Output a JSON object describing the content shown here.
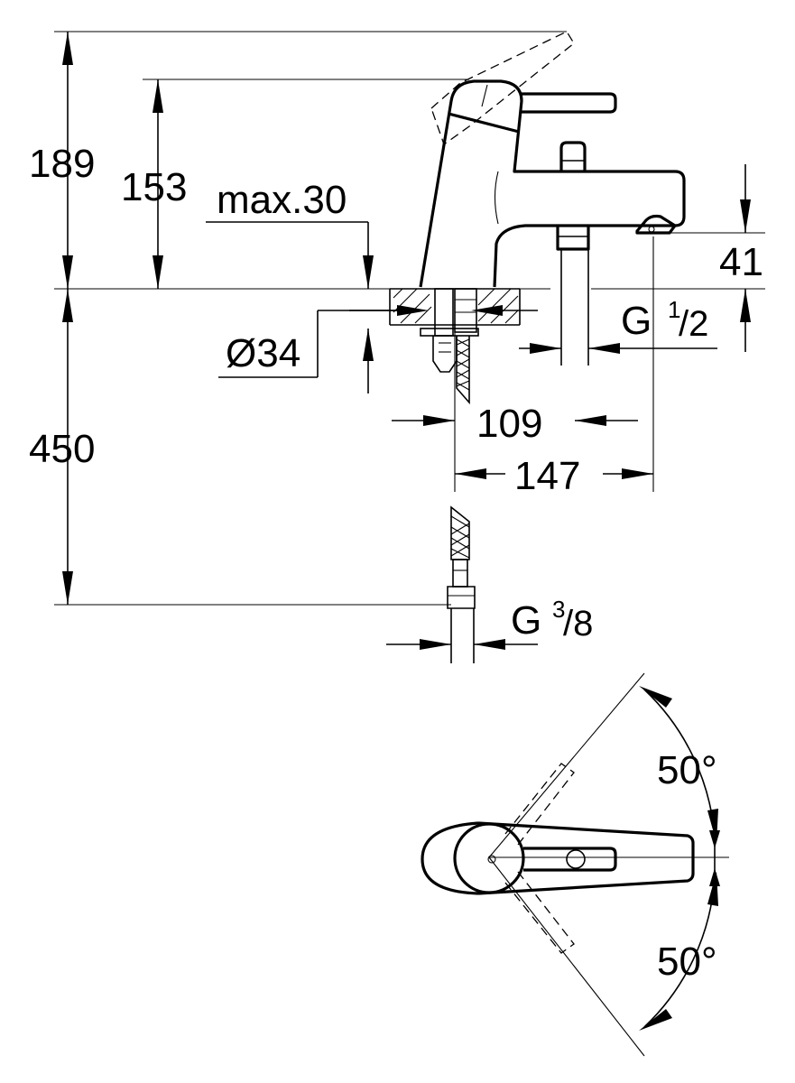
{
  "dimensions": {
    "height_lever_open": "189",
    "height_body": "153",
    "deck_max": "max.30",
    "spout_height": "41",
    "hole_diameter": "Ø34",
    "outlet_thread": "G",
    "outlet_thread_num": "1",
    "outlet_thread_den": "/2",
    "hose_length": "450",
    "projection_outlet": "109",
    "projection_spout": "147",
    "inlet_thread": "G",
    "inlet_thread_num": "3",
    "inlet_thread_den": "/8"
  },
  "angles": {
    "upper": "50°",
    "lower": "50°"
  }
}
